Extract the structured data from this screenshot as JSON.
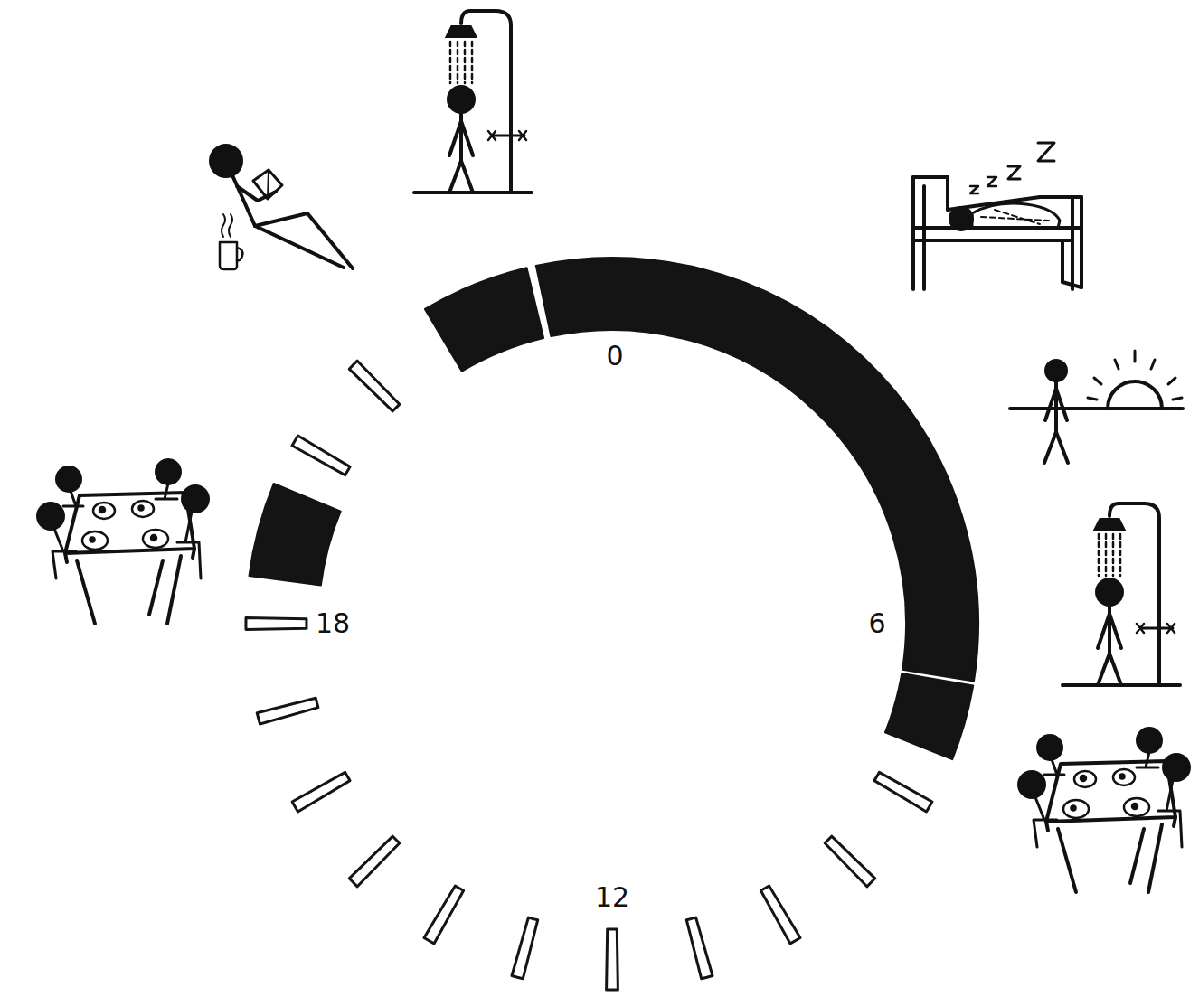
{
  "diagram": {
    "labels": [
      "0",
      "6",
      "12",
      "18"
    ]
  }
}
